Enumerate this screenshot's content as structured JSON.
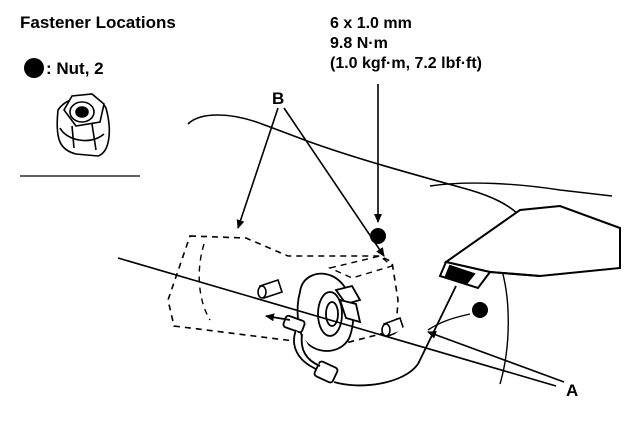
{
  "heading": "Fastener Locations",
  "legend": {
    "text": ": Nut, 2"
  },
  "torque_spec": {
    "line1": "6 x 1.0 mm",
    "line2": "9.8 N·m",
    "line3": "(1.0 kgf·m, 7.2 lbf·ft)"
  },
  "callouts": {
    "a": "A",
    "b": "B"
  }
}
